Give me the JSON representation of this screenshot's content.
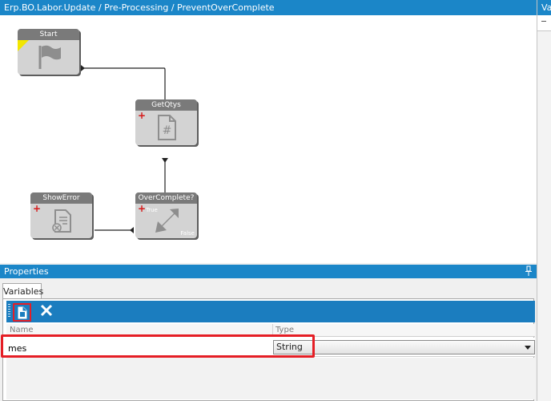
{
  "designer": {
    "header_title": "Erp.BO.Labor.Update / Pre-Processing / PreventOverComplete",
    "nodes": {
      "start": {
        "title": "Start",
        "icon": "flag-icon"
      },
      "getqtys": {
        "title": "GetQtys",
        "icon": "hash-document-icon"
      },
      "showerror": {
        "title": "ShowError",
        "icon": "document-error-icon"
      },
      "overcomplete": {
        "title": "OverComplete?",
        "icon": "diagonal-arrow-icon",
        "true_label": "True",
        "false_label": "False"
      }
    }
  },
  "right_panel": {
    "header_title": "Va"
  },
  "properties": {
    "header_title": "Properties",
    "pin_icon": "pin-icon",
    "tabs": [
      {
        "label": "Variables"
      }
    ],
    "toolbar": {
      "new_icon": "new-document-icon",
      "delete_icon": "delete-x-icon"
    },
    "grid": {
      "columns": [
        {
          "label": "Name"
        },
        {
          "label": "Type"
        }
      ],
      "rows": [
        {
          "name": "mes",
          "type": "String"
        }
      ]
    }
  },
  "colors": {
    "header_blue": "#1b86c8",
    "toolbar_blue": "#1b7dbf",
    "highlight_red": "#e51e25",
    "node_gray": "#d3d3d3"
  }
}
